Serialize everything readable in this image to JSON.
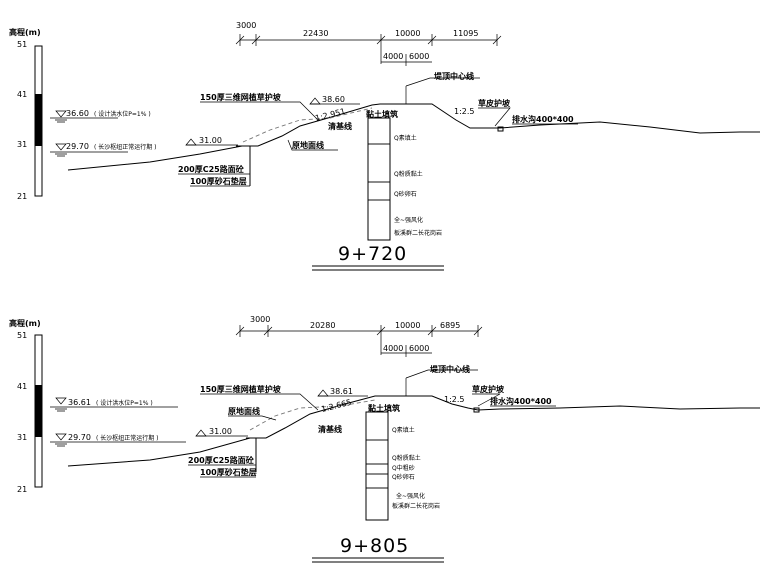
{
  "sections": [
    {
      "station": "9+720",
      "elevation_label": "高程(m)",
      "elevation_ticks": [
        "51",
        "41",
        "31",
        "21"
      ],
      "design_flood_level": "36.60",
      "design_flood_text": "( 设计洪水位P=1% )",
      "normal_level": "29.70",
      "normal_level_text": "( 长沙枢纽正常运行期 )",
      "toe_level": "31.00",
      "crest_level": "38.60",
      "dims_top": [
        "3000",
        "22430",
        "10000",
        "11095"
      ],
      "dims_sub": [
        "4000",
        "6000"
      ],
      "slope_left": "1:2.951",
      "slope_right": "1:2.5",
      "labels": {
        "grass_protection": "150厚三维网植草护坡",
        "crest_center": "堤顶中心线",
        "clay_fill": "黏土填筑",
        "clearing_line": "清基线",
        "original_ground": "原地面线",
        "lawn_slope": "草皮护坡",
        "drain": "排水沟400*400",
        "pavement": "200厚C25路面砼",
        "gravel": "100厚砂石垫层"
      },
      "borehole_layers": [
        "Q素填土",
        "Q粉质黏土",
        "Q砂卵石",
        "全~强风化",
        "板溪群二长花岗岩"
      ]
    },
    {
      "station": "9+805",
      "elevation_label": "高程(m)",
      "elevation_ticks": [
        "51",
        "41",
        "31",
        "21"
      ],
      "design_flood_level": "36.61",
      "design_flood_text": "( 设计洪水位P=1% )",
      "normal_level": "29.70",
      "normal_level_text": "( 长沙枢纽正常运行期 )",
      "toe_level": "31.00",
      "crest_level": "38.61",
      "dims_top": [
        "3000",
        "20280",
        "10000",
        "6895"
      ],
      "dims_sub": [
        "4000",
        "6000"
      ],
      "slope_left": "1:2.665",
      "slope_right": "1:2.5",
      "labels": {
        "grass_protection": "150厚三维网植草护坡",
        "crest_center": "堤顶中心线",
        "clay_fill": "黏土填筑",
        "clearing_line": "清基线",
        "original_ground": "原地面线",
        "lawn_slope": "草皮护坡",
        "drain": "排水沟400*400",
        "pavement": "200厚C25路面砼",
        "gravel": "100厚砂石垫层"
      },
      "borehole_layers": [
        "Q素填土",
        "Q粉质黏土",
        "Q中粗砂",
        "Q砂卵石",
        "全~强风化",
        "板溪群二长花岗岩"
      ]
    }
  ]
}
